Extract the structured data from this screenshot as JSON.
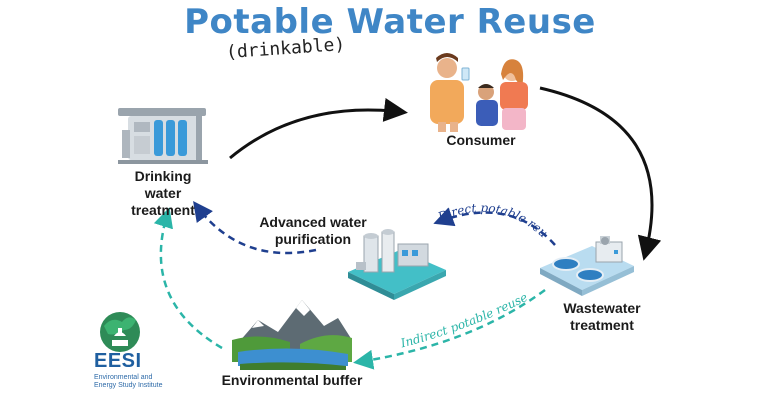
{
  "header": {
    "title": "Potable Water Reuse",
    "subtitle": "(drinkable)"
  },
  "nodes": {
    "consumer": "Consumer",
    "drinking_water": "Drinking water treatment",
    "advanced_purification": "Advanced water purification",
    "wastewater": "Wastewater treatment",
    "environmental_buffer": "Environmental buffer"
  },
  "flows": {
    "direct": "Direct potable reuse",
    "indirect": "Indirect potable reuse"
  },
  "logo": {
    "name": "EESI",
    "tagline": "Environmental and Energy Study Institute"
  },
  "colors": {
    "title_blue": "#3f86c6",
    "direct_arrow": "#1f3f8f",
    "indirect_arrow": "#2bb5a8",
    "main_arrow": "#111111"
  }
}
